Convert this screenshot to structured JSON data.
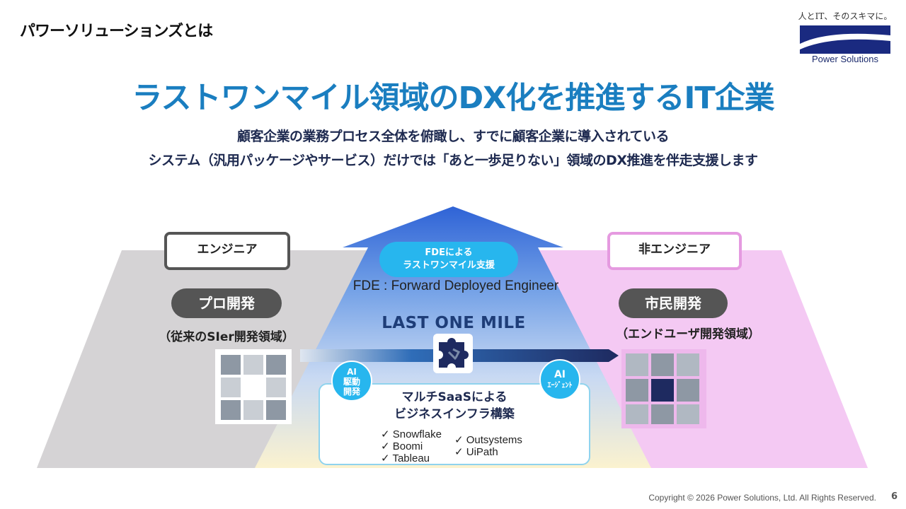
{
  "page_title": "パワーソリューションズとは",
  "logo": {
    "tagline": "人とIT、そのスキマに。",
    "company": "Power Solutions"
  },
  "headline": "ラストワンマイル領域のDX化を推進するIT企業",
  "subheadline": [
    "顧客企業の業務プロセス全体を俯瞰し、すでに顧客企業に導入されている",
    "システム（汎用パッケージやサービス）だけでは「あと一歩足りない」領域のDX推進を伴走支援します"
  ],
  "left": {
    "role": "エンジニア",
    "pill": "プロ開発",
    "sub": "（従来のSIer開発領域）"
  },
  "right": {
    "role": "非エンジニア",
    "pill": "市民開発",
    "sub": "（エンドユーザ開発領域）"
  },
  "center": {
    "fde_bubble_line1": "FDEによる",
    "fde_bubble_line2": "ラストワンマイル支援",
    "fde_full": "FDE : Forward Deployed Engineer",
    "last_mile": "LAST ONE MILE",
    "ai_driven": [
      "AI",
      "駆動",
      "開発"
    ],
    "ai_agent": [
      "AI",
      "ｴｰｼﾞｪﾝﾄ"
    ],
    "saas_title_line1": "マルチSaaSによる",
    "saas_title_line2": "ビジネスインフラ構築",
    "tools_left": [
      "✓ Snowflake",
      "✓ Boomi",
      "✓ Tableau"
    ],
    "tools_right": [
      "✓ Outsystems",
      "✓ UiPath"
    ]
  },
  "icons": {
    "left_puzzle": "puzzle-grid-icon",
    "right_puzzle": "puzzle-grid-icon",
    "center_puzzle": "puzzle-piece-icon"
  },
  "colors": {
    "headline": "#1a7ec0",
    "accent": "#27b6ee",
    "navy": "#1e2a50",
    "left_trapezoid": "#d5d3d5",
    "right_trapezoid": "#f4c9f3"
  },
  "footer": "Copyright © 2026 Power Solutions, Ltd. All Rights Reserved.",
  "page_number": "6"
}
